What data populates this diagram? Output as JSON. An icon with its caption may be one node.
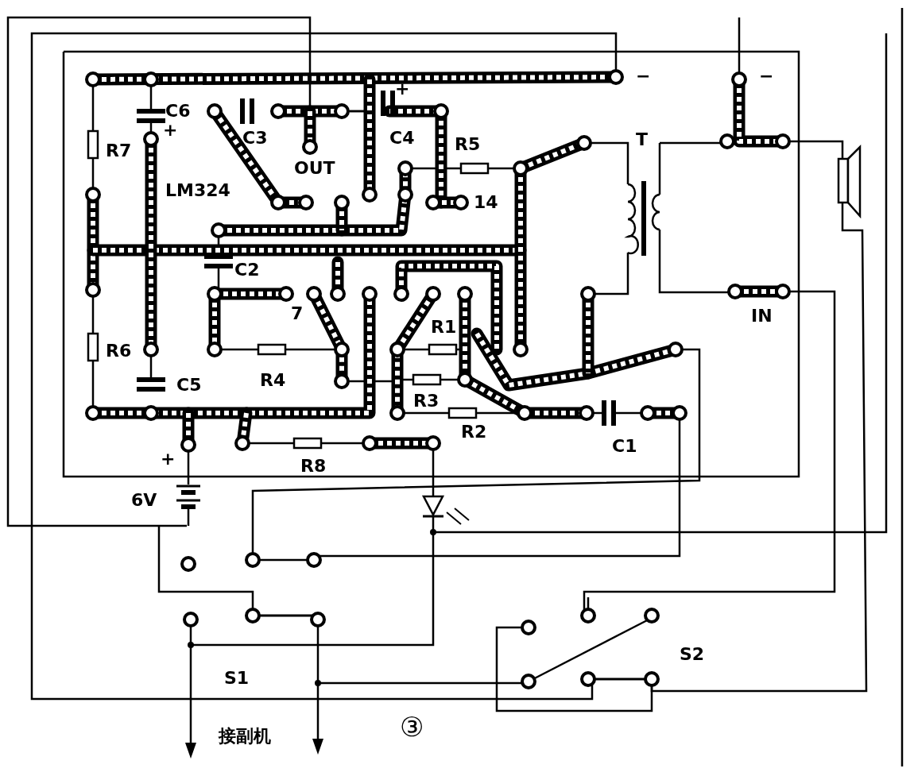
{
  "diagram": {
    "labels": [
      "−",
      "−",
      "C6",
      "+",
      "C3",
      "C4",
      "+",
      "R7",
      "OUT",
      "R5",
      "T",
      "LM324",
      "14",
      "C2",
      "7",
      "IN",
      "R1",
      "R6",
      "C5",
      "R4",
      "R3",
      "R2",
      "C1",
      "+",
      "R8",
      "6V",
      "S2",
      "S1",
      "③",
      "接副机"
    ]
  }
}
